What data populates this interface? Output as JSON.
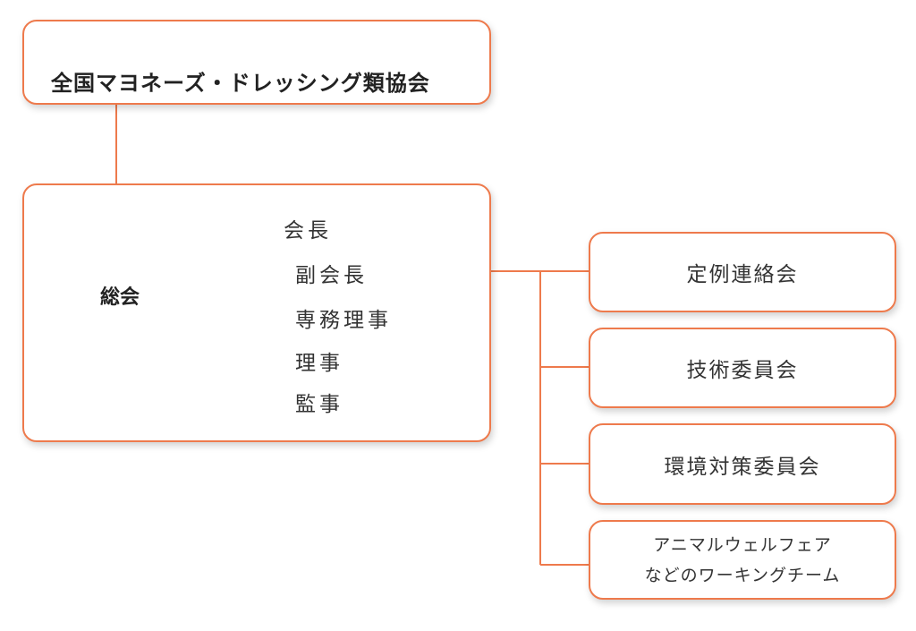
{
  "organization": "全国マヨネーズ・ドレッシング類協会",
  "general_assembly": {
    "label": "総会",
    "officers": [
      "会長",
      "副会長",
      "専務理事",
      "理事",
      "監事"
    ]
  },
  "committees": [
    {
      "label": "定例連絡会"
    },
    {
      "label": "技術委員会"
    },
    {
      "label": "環境対策委員会"
    },
    {
      "label_line1": "アニマルウェルフェア",
      "label_line2": "などのワーキングチーム"
    }
  ],
  "colors": {
    "accent": "#ee7a4c",
    "text": "#333333"
  }
}
